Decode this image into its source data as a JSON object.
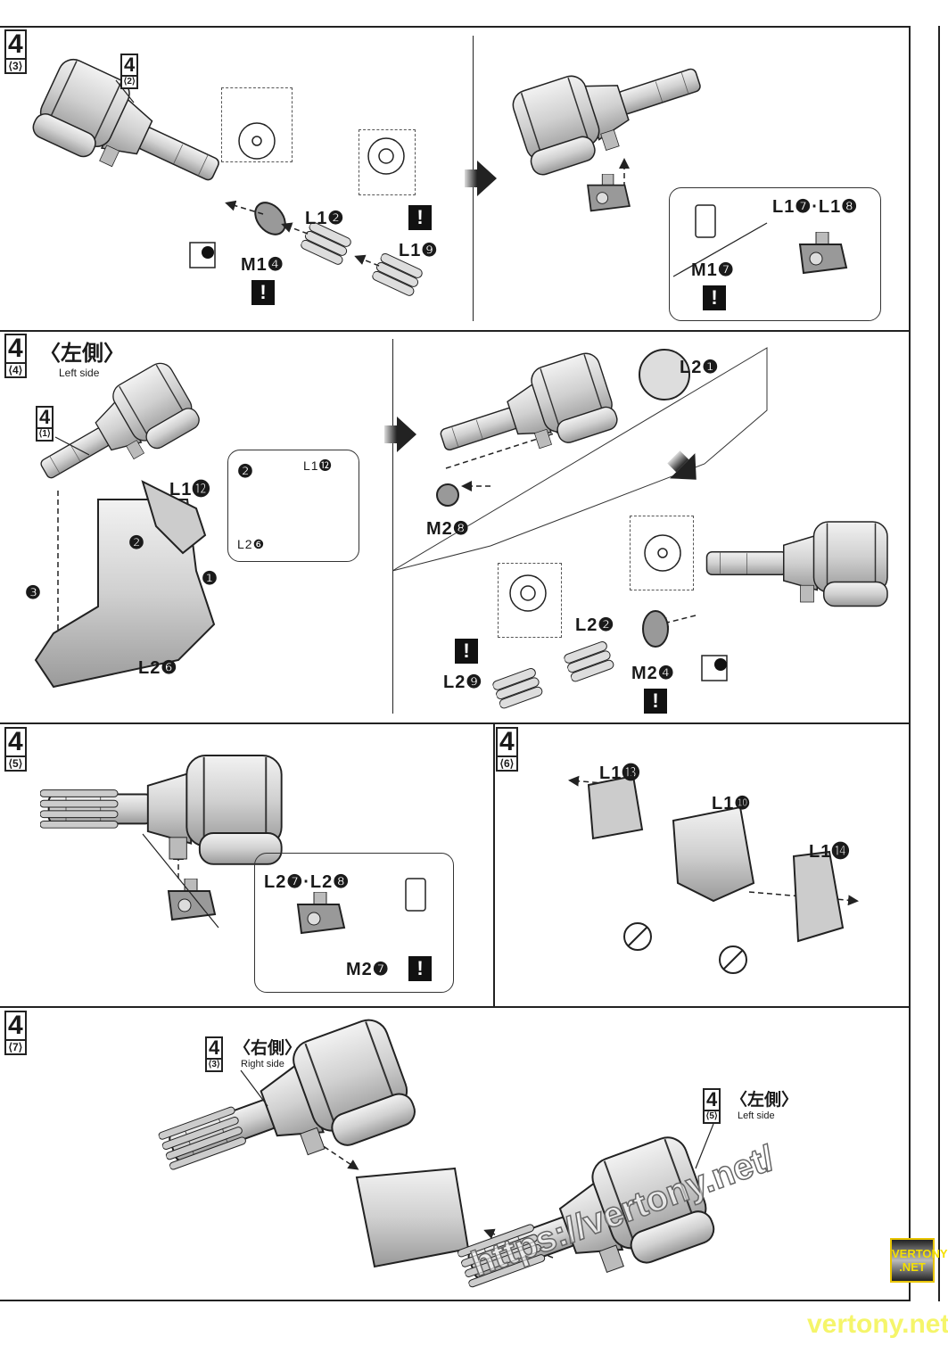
{
  "panels": [
    {
      "step": "4",
      "sub": "⟨3⟩",
      "ref": {
        "step": "4",
        "sub": "⟨2⟩"
      },
      "labels": [
        "L1❷",
        "L1❾",
        "M1❹",
        "L1❼·L1❽",
        "M1❼"
      ],
      "warning": "!"
    },
    {
      "step": "4",
      "sub": "⟨4⟩",
      "side_jp": "〈左側〉",
      "side_en": "Left side",
      "ref": {
        "step": "4",
        "sub": "⟨1⟩"
      },
      "labels": [
        "L1⓬",
        "L2❻",
        "L1⓬",
        "L2❻",
        "L2❶",
        "M2❽",
        "L2❷",
        "L2❾",
        "M2❹"
      ],
      "order_marks": [
        "❶",
        "❷",
        "❷",
        "❸"
      ],
      "warning": "!"
    },
    {
      "step": "4",
      "sub": "⟨5⟩",
      "labels": [
        "L2❼·L2❽",
        "M2❼"
      ],
      "warning": "!"
    },
    {
      "step": "4",
      "sub": "⟨6⟩",
      "labels": [
        "L1⓭",
        "L1❿",
        "L1⓮"
      ]
    },
    {
      "step": "4",
      "sub": "⟨7⟩",
      "ref_right": {
        "step": "4",
        "sub": "⟨3⟩",
        "side_jp": "〈右側〉",
        "side_en": "Right side"
      },
      "ref_left": {
        "step": "4",
        "sub": "⟨5⟩",
        "side_jp": "〈左側〉",
        "side_en": "Left side"
      }
    }
  ],
  "watermark": {
    "url": "https://vertony.net/",
    "badge": "VERTONY .NET",
    "footer": "vertony.net"
  },
  "colors": {
    "ink": "#222222",
    "part_fill": "#d4d4d4",
    "watermark_yellow": "#f5f56a",
    "badge_gold": "#e8c400"
  }
}
